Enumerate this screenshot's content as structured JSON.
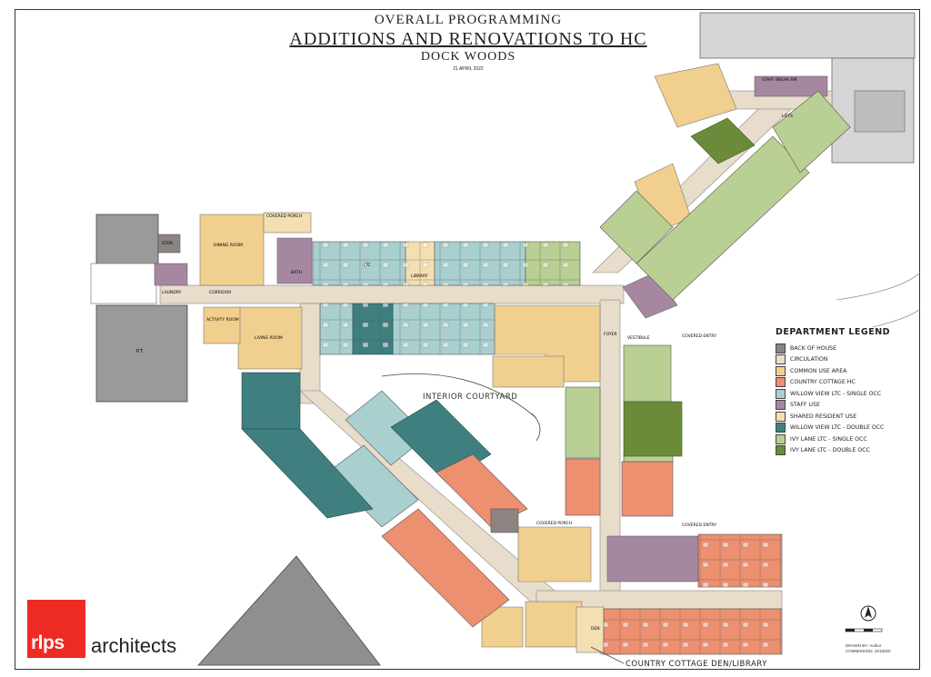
{
  "title": {
    "line1": "OVERALL PROGRAMMING",
    "line2": "ADDITIONS AND RENOVATIONS TO HC",
    "line3": "DOCK WOODS",
    "date": "21 APRIL 2022"
  },
  "labels": {
    "interior_courtyard": "INTERIOR COURTYARD",
    "country_cottage_den": "COUNTRY COTTAGE DEN/LIBRARY",
    "covered_entry_top": "COVERED ENTRY",
    "covered_entry_bottom": "COVERED ENTRY",
    "covered_porch_top": "COVERED PORCH",
    "covered_porch_bottom": "COVERED PORCH",
    "corridor": "CORRIDOR",
    "activity_room": "ACTIVITY ROOM",
    "living_room": "LIVING ROOM",
    "dining_room": "DINING ROOM",
    "library": "LIBRARY",
    "staff_break_rm": "STAFF BREAK RM",
    "foyer": "FOYER",
    "vestibule": "VESTIBULE",
    "laundry": "LAUNDRY",
    "stor": "STOR",
    "pt": "P.T.",
    "den": "DEN",
    "ltc": "LTC",
    "lifts": "LIFTS",
    "bath": "BATH"
  },
  "legend": {
    "title": "DEPARTMENT LEGEND",
    "items": [
      {
        "label": "BACK OF HOUSE",
        "color": "#8c8481"
      },
      {
        "label": "CIRCULATION",
        "color": "#e8dccb"
      },
      {
        "label": "COMMON USE AREA",
        "color": "#f1cf8e"
      },
      {
        "label": "COUNTRY COTTAGE HC",
        "color": "#ec9070"
      },
      {
        "label": "WILLOW VIEW LTC - SINGLE OCC",
        "color": "#a9cfcf"
      },
      {
        "label": "STAFF USE",
        "color": "#a687a2"
      },
      {
        "label": "SHARED RESIDENT USE",
        "color": "#f3dfb2"
      },
      {
        "label": "WILLOW VIEW LTC - DOUBLE OCC",
        "color": "#3f7f7f"
      },
      {
        "label": "IVY LANE LTC - SINGLE OCC",
        "color": "#b9cf93"
      },
      {
        "label": "IVY LANE LTC - DOUBLE OCC",
        "color": "#6b8b3b"
      }
    ]
  },
  "firm": {
    "logo_text": "rlps",
    "name": "architects"
  },
  "drawing_info": {
    "drawn_by": "DRAWN BY: Author",
    "commission": "COMMISSION: 2019020"
  },
  "colors": {
    "back_of_house": "#8c8481",
    "circulation": "#e8dccb",
    "common": "#f1cf8e",
    "country_cottage": "#ec9070",
    "willow_single": "#a9cfcf",
    "staff": "#a687a2",
    "shared": "#f3dfb2",
    "willow_double": "#3f7f7f",
    "ivy_single": "#b9cf93",
    "ivy_double": "#6b8b3b",
    "logo": "#ee2a24"
  }
}
